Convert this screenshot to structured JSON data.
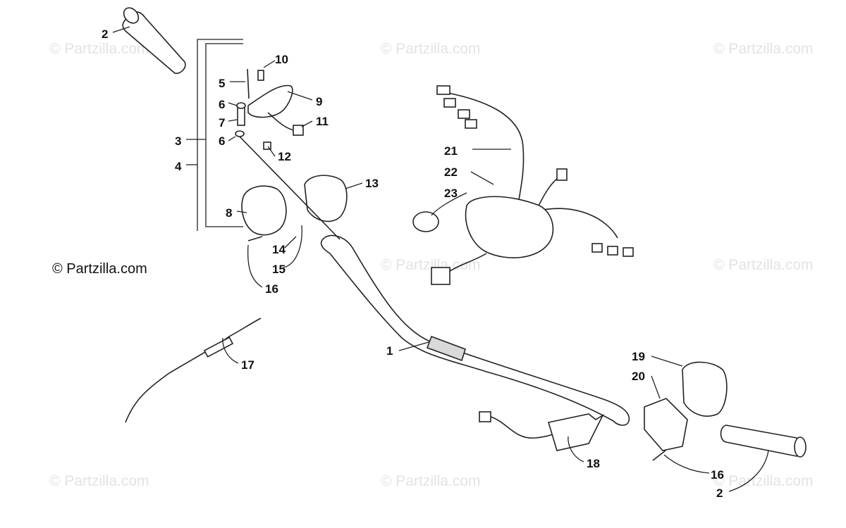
{
  "watermark": "© Partzilla.com",
  "copyright": "© Partzilla.com",
  "callouts": [
    "1",
    "2",
    "2",
    "3",
    "4",
    "5",
    "6",
    "6",
    "7",
    "8",
    "9",
    "10",
    "11",
    "12",
    "13",
    "14",
    "15",
    "16",
    "16",
    "17",
    "18",
    "19",
    "20",
    "21",
    "22",
    "23"
  ]
}
